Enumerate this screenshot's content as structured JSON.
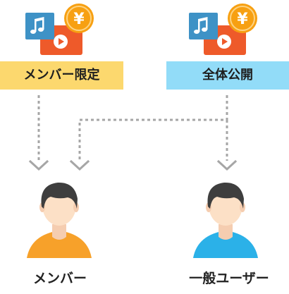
{
  "colors": {
    "members_box": "#fcd86e",
    "public_box": "#92dcf8",
    "member_shirt": "#f7a12a",
    "general_shirt": "#2bb1e8",
    "video_card": "#ee5a2a",
    "music_card": "#3e92c6",
    "coin": "#f7a012",
    "arrow": "#a6a6a6"
  },
  "content_groups": [
    {
      "id": "members-only",
      "label": "メンバー限定",
      "coin_symbol": "¥"
    },
    {
      "id": "public",
      "label": "全体公開",
      "coin_symbol": "¥"
    }
  ],
  "users": [
    {
      "id": "member",
      "label": "メンバー"
    },
    {
      "id": "general",
      "label": "一般ユーザー"
    }
  ],
  "connections": [
    {
      "from": "members-only",
      "to": "member"
    },
    {
      "from": "public",
      "to": "member"
    },
    {
      "from": "public",
      "to": "general"
    }
  ]
}
